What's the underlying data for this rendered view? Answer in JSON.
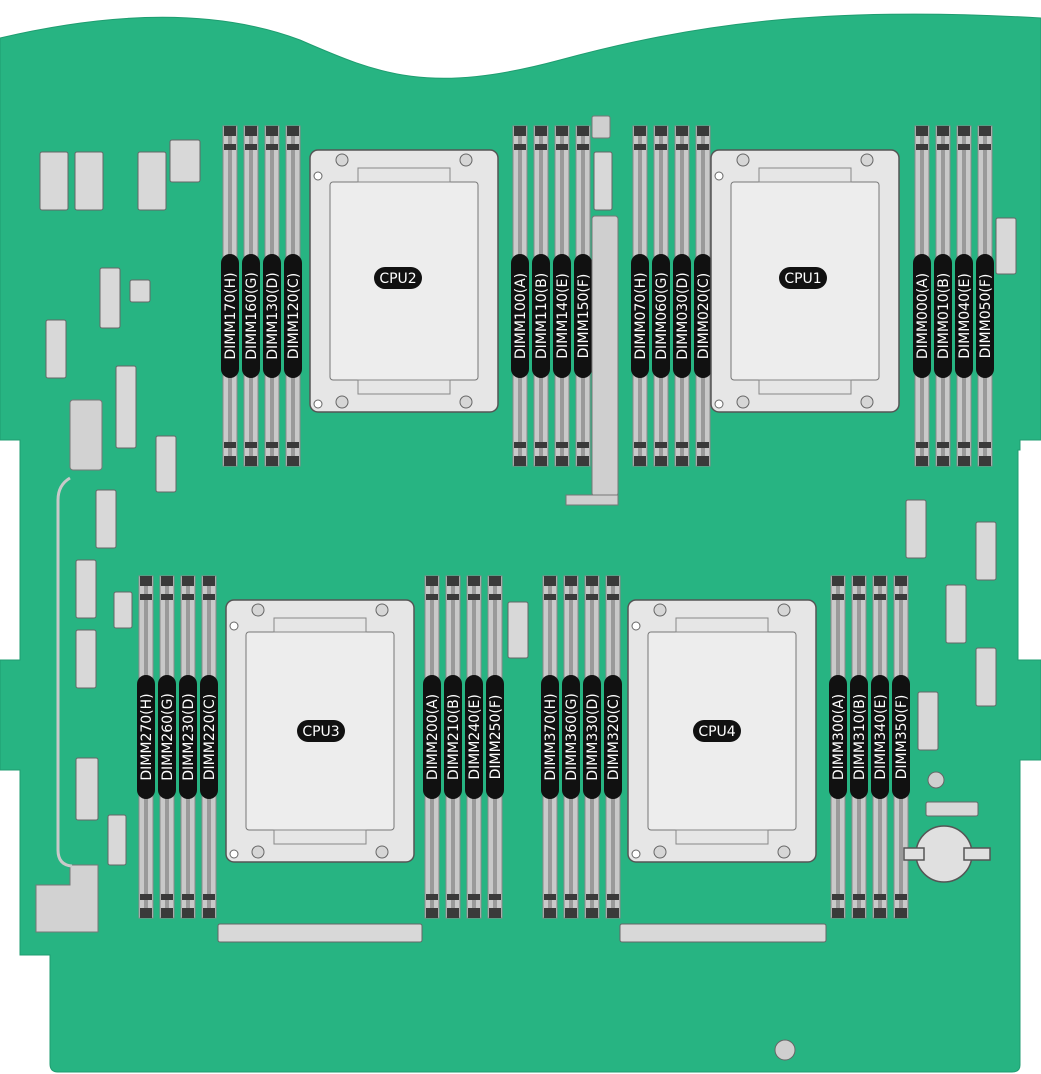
{
  "colors": {
    "board": "#27b482",
    "board_edge": "#1f9d70",
    "socket": "#e6e6e6",
    "socket_stroke": "#555555",
    "dimm_slot": "#c9c9c9",
    "dimm_dark": "#3a3a3a",
    "label_bg": "#111111",
    "label_text": "#ffffff"
  },
  "cpus": [
    {
      "id": "cpu2",
      "label": "CPU2"
    },
    {
      "id": "cpu1",
      "label": "CPU1"
    },
    {
      "id": "cpu3",
      "label": "CPU3"
    },
    {
      "id": "cpu4",
      "label": "CPU4"
    }
  ],
  "dimm_banks": [
    {
      "id": "bank-cpu2-left",
      "slots": [
        "DIMM170(H)",
        "DIMM160(G)",
        "DIMM130(D)",
        "DIMM120(C)"
      ]
    },
    {
      "id": "bank-cpu2-right",
      "slots": [
        "DIMM100(A)",
        "DIMM110(B)",
        "DIMM140(E)",
        "DIMM150(F)"
      ]
    },
    {
      "id": "bank-cpu1-left",
      "slots": [
        "DIMM070(H)",
        "DIMM060(G)",
        "DIMM030(D)",
        "DIMM020(C)"
      ]
    },
    {
      "id": "bank-cpu1-right",
      "slots": [
        "DIMM000(A)",
        "DIMM010(B)",
        "DIMM040(E)",
        "DIMM050(F)"
      ]
    },
    {
      "id": "bank-cpu3-left",
      "slots": [
        "DIMM270(H)",
        "DIMM260(G)",
        "DIMM230(D)",
        "DIMM220(C)"
      ]
    },
    {
      "id": "bank-cpu3-right",
      "slots": [
        "DIMM200(A)",
        "DIMM210(B)",
        "DIMM240(E)",
        "DIMM250(F)"
      ]
    },
    {
      "id": "bank-cpu4-left",
      "slots": [
        "DIMM370(H)",
        "DIMM360(G)",
        "DIMM330(D)",
        "DIMM320(C)"
      ]
    },
    {
      "id": "bank-cpu4-right",
      "slots": [
        "DIMM300(A)",
        "DIMM310(B)",
        "DIMM340(E)",
        "DIMM350(F)"
      ]
    }
  ]
}
